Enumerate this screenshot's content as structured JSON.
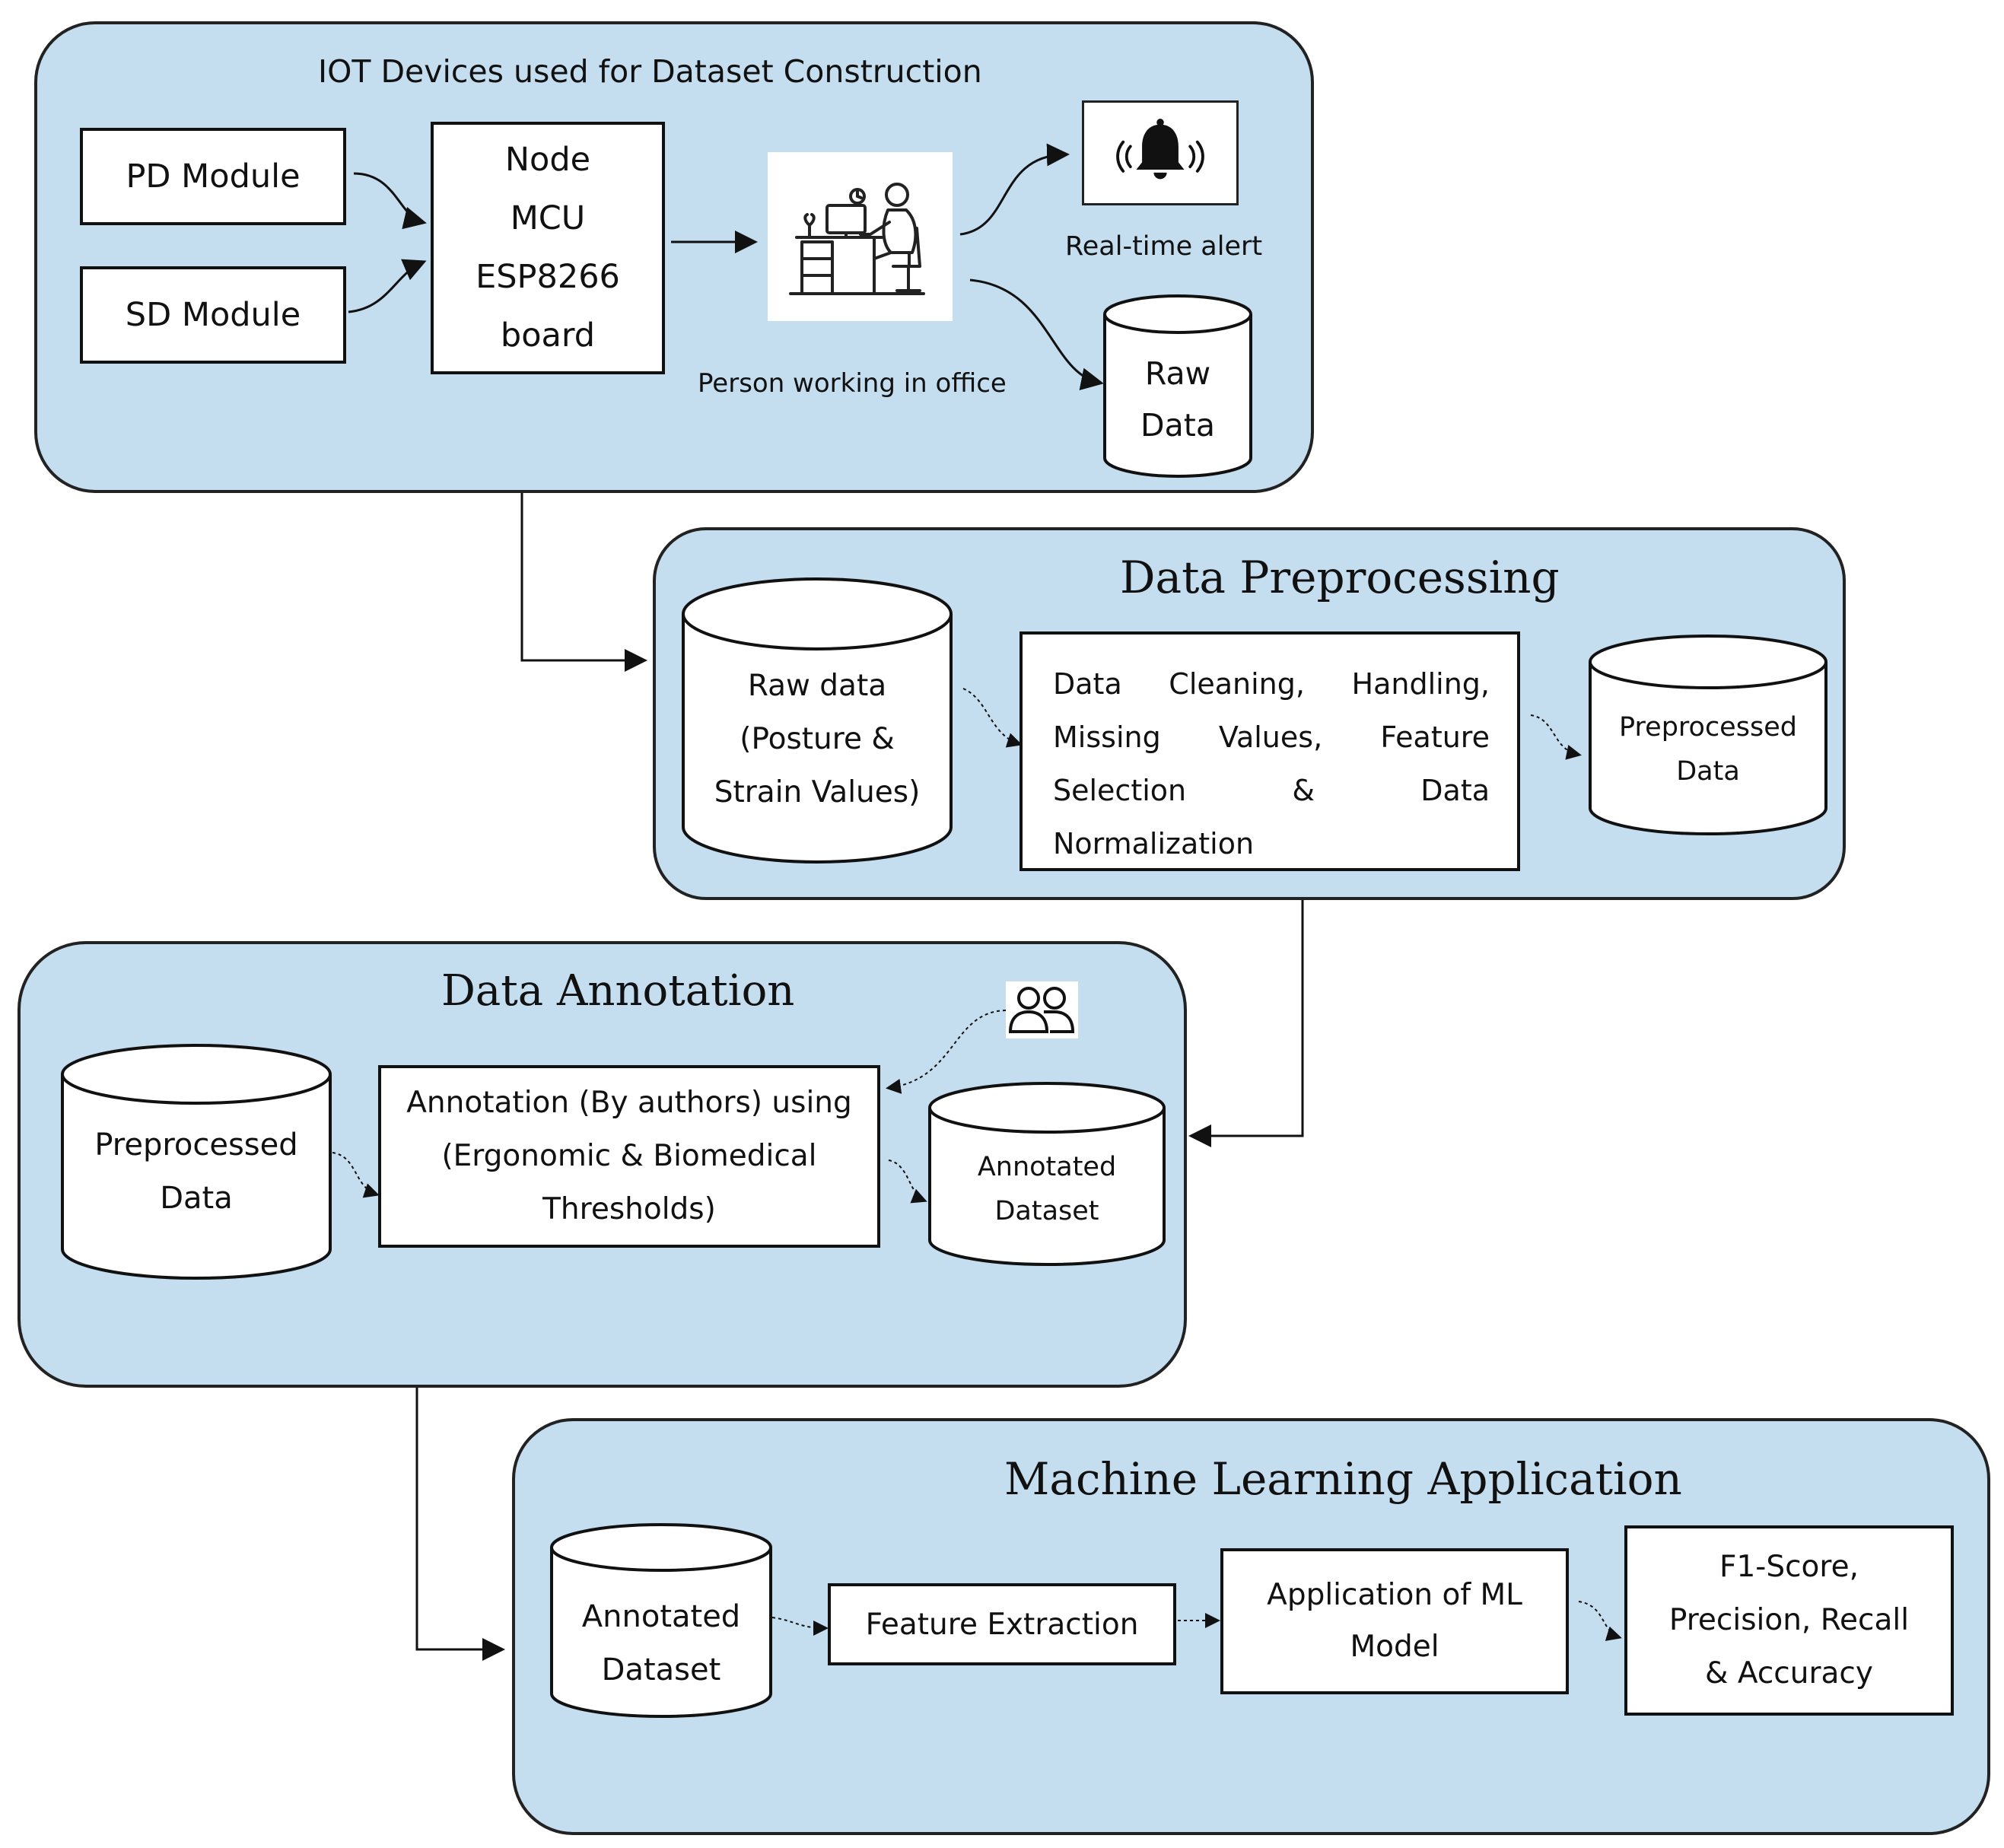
{
  "iot": {
    "title": "IOT Devices used for Dataset Construction",
    "pd_module": "PD Module",
    "sd_module": "SD Module",
    "node_mcu": "Node\nMCU\nESP8266\nboard",
    "person_caption": "Person working in office",
    "alert_caption": "Real-time alert",
    "raw_data": "Raw\nData"
  },
  "preprocessing": {
    "title": "Data Preprocessing",
    "raw_data": "Raw data\n(Posture &\nStrain Values)",
    "process_lines": [
      [
        "Data",
        "Cleaning,",
        "Handling,"
      ],
      [
        "Missing",
        "Values,",
        "Feature"
      ],
      [
        "Selection",
        "&",
        "Data"
      ],
      [
        "Normalization"
      ]
    ],
    "preprocessed": "Preprocessed\nData"
  },
  "annotation": {
    "title": "Data Annotation",
    "preprocessed": "Preprocessed\nData",
    "process": "Annotation (By authors) using\n(Ergonomic & Biomedical\nThresholds)",
    "annotated": "Annotated\nDataset"
  },
  "ml": {
    "title": "Machine Learning Application",
    "annotated": "Annotated\nDataset",
    "feature_extraction": "Feature Extraction",
    "application": "Application of ML\nModel",
    "metrics": "F1-Score,\nPrecision, Recall\n& Accuracy"
  },
  "icons": {
    "person": "person-at-desk-icon",
    "alert": "bell-alarm-icon",
    "annotators": "two-users-icon"
  }
}
